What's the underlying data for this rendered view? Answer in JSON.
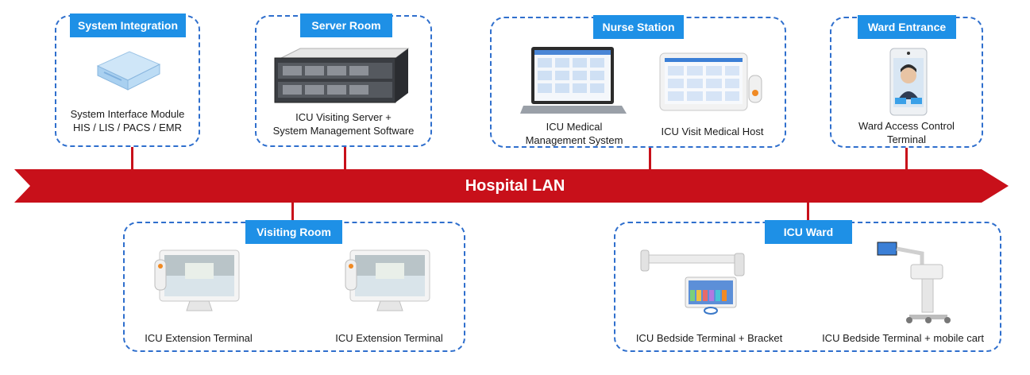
{
  "backbone": {
    "label": "Hospital LAN",
    "color": "#c8101a"
  },
  "accent": {
    "group_border": "#2f6fcd",
    "tag_bg": "#1e90e6"
  },
  "groups": {
    "system_integration": {
      "tag": "System Integration",
      "items": [
        {
          "caption": "System Interface Module\nHIS / LIS / PACS / EMR",
          "icon": "interface-module-icon"
        }
      ]
    },
    "server_room": {
      "tag": "Server Room",
      "items": [
        {
          "caption": "ICU Visiting Server +\nSystem Management Software",
          "icon": "rack-server-icon"
        }
      ]
    },
    "nurse_station": {
      "tag": "Nurse Station",
      "items": [
        {
          "caption": "ICU Medical\nManagement System",
          "icon": "laptop-icon"
        },
        {
          "caption": "ICU Visit Medical Host",
          "icon": "medical-host-icon"
        }
      ]
    },
    "ward_entrance": {
      "tag": "Ward Entrance",
      "items": [
        {
          "caption": "Ward Access Control\nTerminal",
          "icon": "face-access-terminal-icon"
        }
      ]
    },
    "visiting_room": {
      "tag": "Visiting Room",
      "items": [
        {
          "caption": "ICU Extension Terminal",
          "icon": "extension-terminal-icon"
        },
        {
          "caption": "ICU Extension Terminal",
          "icon": "extension-terminal-icon"
        }
      ]
    },
    "icu_ward": {
      "tag": "ICU Ward",
      "items": [
        {
          "caption": "ICU Bedside Terminal + Bracket",
          "icon": "bedside-bracket-icon"
        },
        {
          "caption": "ICU Bedside Terminal + mobile cart",
          "icon": "mobile-cart-icon"
        }
      ]
    }
  }
}
